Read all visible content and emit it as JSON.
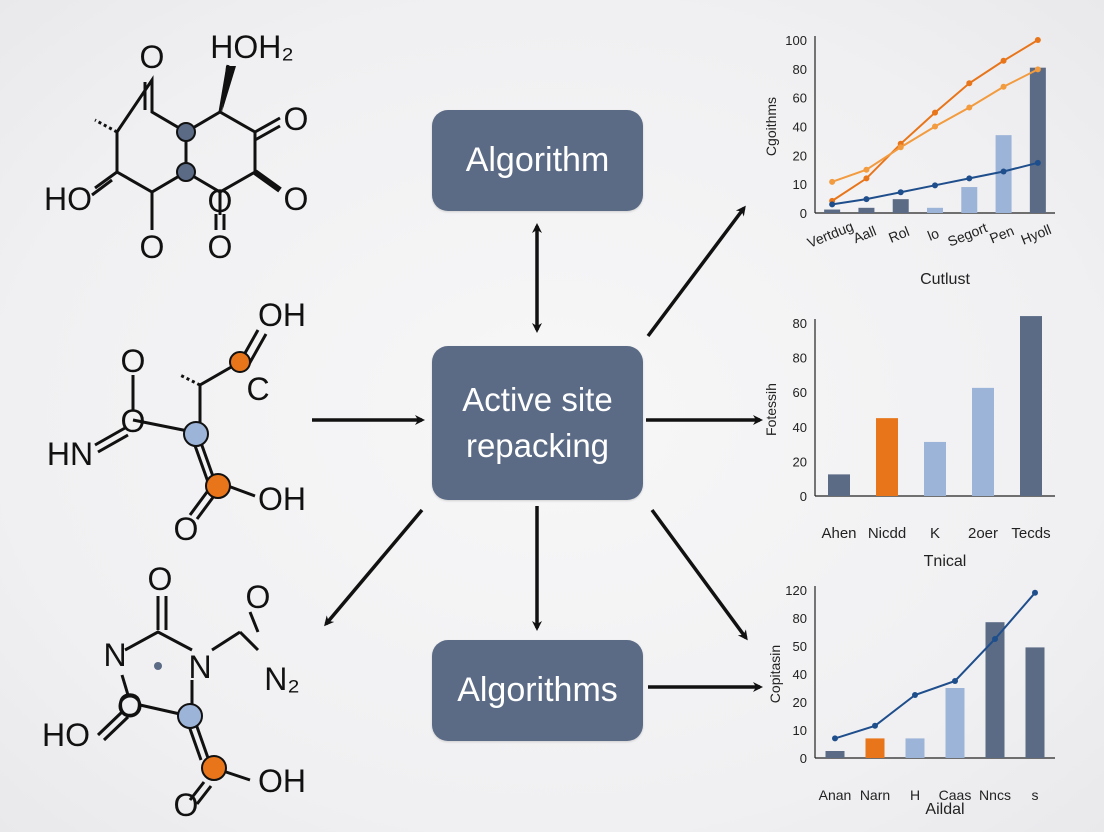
{
  "boxes": {
    "top": "Algorithm",
    "middle_line1": "Active site",
    "middle_line2": "repacking",
    "bottom": "Algorithms"
  },
  "molecules": {
    "m1": [
      "O",
      "HOH₂",
      "O",
      "HO",
      "O",
      "O",
      "O",
      "O"
    ],
    "m2": [
      "OH",
      "O",
      "C",
      "HN",
      "O",
      "OH",
      "O"
    ],
    "m3": [
      "O",
      "O",
      "N",
      "N",
      "N₂",
      "HO",
      "O",
      "OH",
      "O"
    ]
  },
  "colors": {
    "box": "#5b6b85",
    "orange": "#e8751a",
    "lightblue": "#9db4d9",
    "darkslate": "#5b6b85",
    "navy": "#1f4e8c"
  },
  "chart_data": [
    {
      "type": "bar",
      "ylabel": "Cgoithms",
      "xlabel": "Cutlust",
      "ylim": [
        0,
        100
      ],
      "yticks": [
        0,
        10,
        20,
        40,
        60,
        80,
        100
      ],
      "categories": [
        "Vertdug",
        "Aall",
        "Rol",
        "lo",
        "Segort",
        "Pen",
        "Hyoll"
      ],
      "values": [
        2,
        3,
        8,
        3,
        15,
        45,
        84
      ],
      "bar_colors": [
        "#5b6b85",
        "#5b6b85",
        "#5b6b85",
        "#9db4d9",
        "#9db4d9",
        "#9db4d9",
        "#5b6b85"
      ],
      "series": [
        {
          "values": [
            7,
            20,
            40,
            58,
            75,
            88,
            100
          ],
          "color": "#e8751a"
        },
        {
          "values": [
            18,
            25,
            38,
            50,
            61,
            73,
            83
          ],
          "color": "#f29b3f"
        },
        {
          "values": [
            5,
            8,
            12,
            16,
            20,
            24,
            29
          ],
          "color": "#1f4e8c"
        }
      ]
    },
    {
      "type": "bar",
      "ylabel": "Fotessih",
      "xlabel": "Tnical",
      "ylim": [
        0,
        80
      ],
      "yticks": [
        0,
        20,
        40,
        60,
        80,
        80
      ],
      "categories": [
        "Ahen",
        "Nicdd",
        "K",
        "2oer",
        "Tecds"
      ],
      "values": [
        10,
        36,
        25,
        50,
        92
      ],
      "bar_colors": [
        "#5b6b85",
        "#e8751a",
        "#9db4d9",
        "#9db4d9",
        "#5b6b85"
      ]
    },
    {
      "type": "bar",
      "ylabel": "Copitasin",
      "xlabel": "Aildal",
      "ylim": [
        0,
        120
      ],
      "yticks": [
        0,
        10,
        20,
        40,
        50,
        80,
        120
      ],
      "categories": [
        "Anan",
        "Narn",
        "H",
        "Caas",
        "Nncs",
        "s"
      ],
      "values": [
        5,
        14,
        14,
        50,
        97,
        79
      ],
      "bar_colors": [
        "#5b6b85",
        "#e8751a",
        "#9db4d9",
        "#9db4d9",
        "#5b6b85",
        "#5b6b85"
      ],
      "series": [
        {
          "values": [
            14,
            23,
            45,
            55,
            85,
            118
          ],
          "color": "#1f4e8c"
        }
      ]
    }
  ]
}
